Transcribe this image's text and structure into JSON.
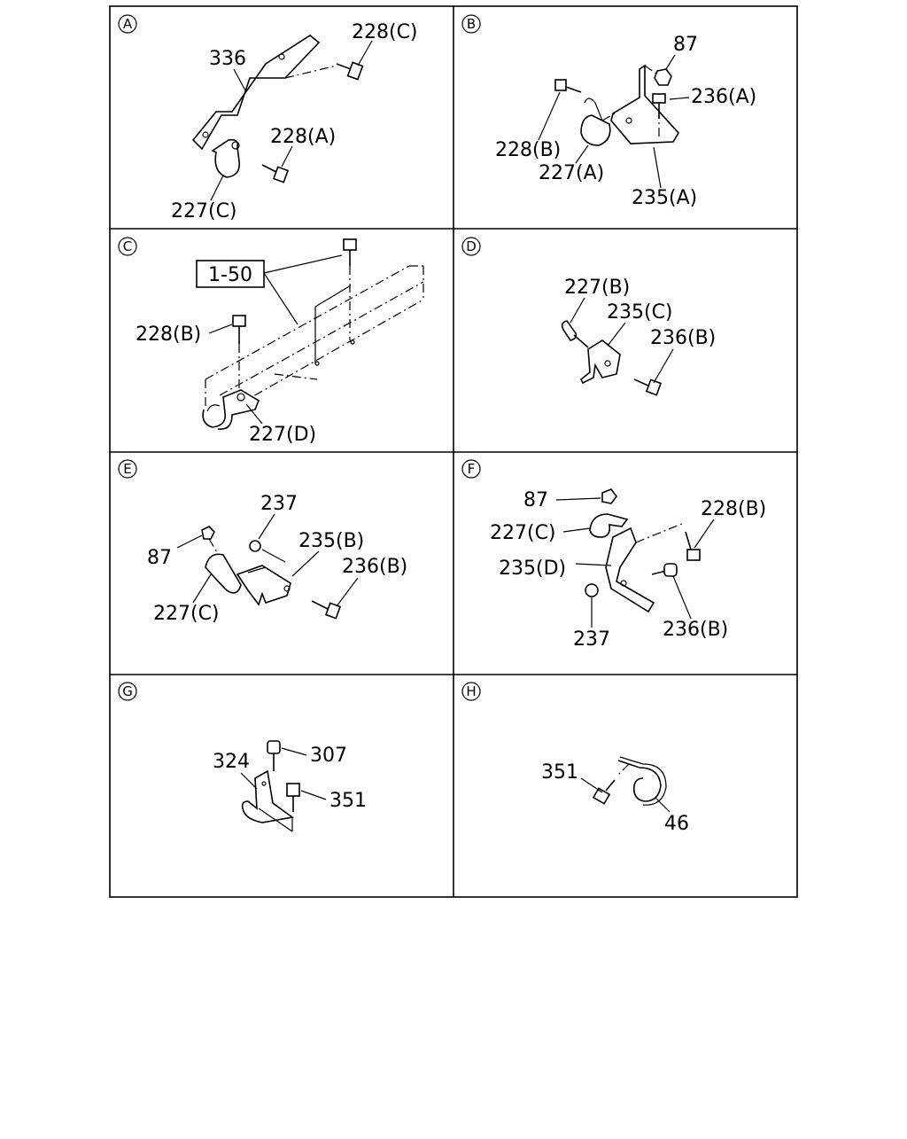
{
  "panels": [
    {
      "id": "A",
      "labels": [
        "228(C)",
        "336",
        "228(A)",
        "227(C)"
      ]
    },
    {
      "id": "B",
      "labels": [
        "87",
        "236(A)",
        "228(B)",
        "227(A)",
        "235(A)"
      ]
    },
    {
      "id": "C",
      "labels": [
        "1-50",
        "228(B)",
        "227(D)"
      ]
    },
    {
      "id": "D",
      "labels": [
        "227(B)",
        "235(C)",
        "236(B)"
      ]
    },
    {
      "id": "E",
      "labels": [
        "237",
        "235(B)",
        "87",
        "236(B)",
        "227(C)"
      ]
    },
    {
      "id": "F",
      "labels": [
        "87",
        "228(B)",
        "227(C)",
        "235(D)",
        "236(B)",
        "237"
      ]
    },
    {
      "id": "G",
      "labels": [
        "307",
        "324",
        "351"
      ]
    },
    {
      "id": "H",
      "labels": [
        "351",
        "46"
      ]
    }
  ]
}
